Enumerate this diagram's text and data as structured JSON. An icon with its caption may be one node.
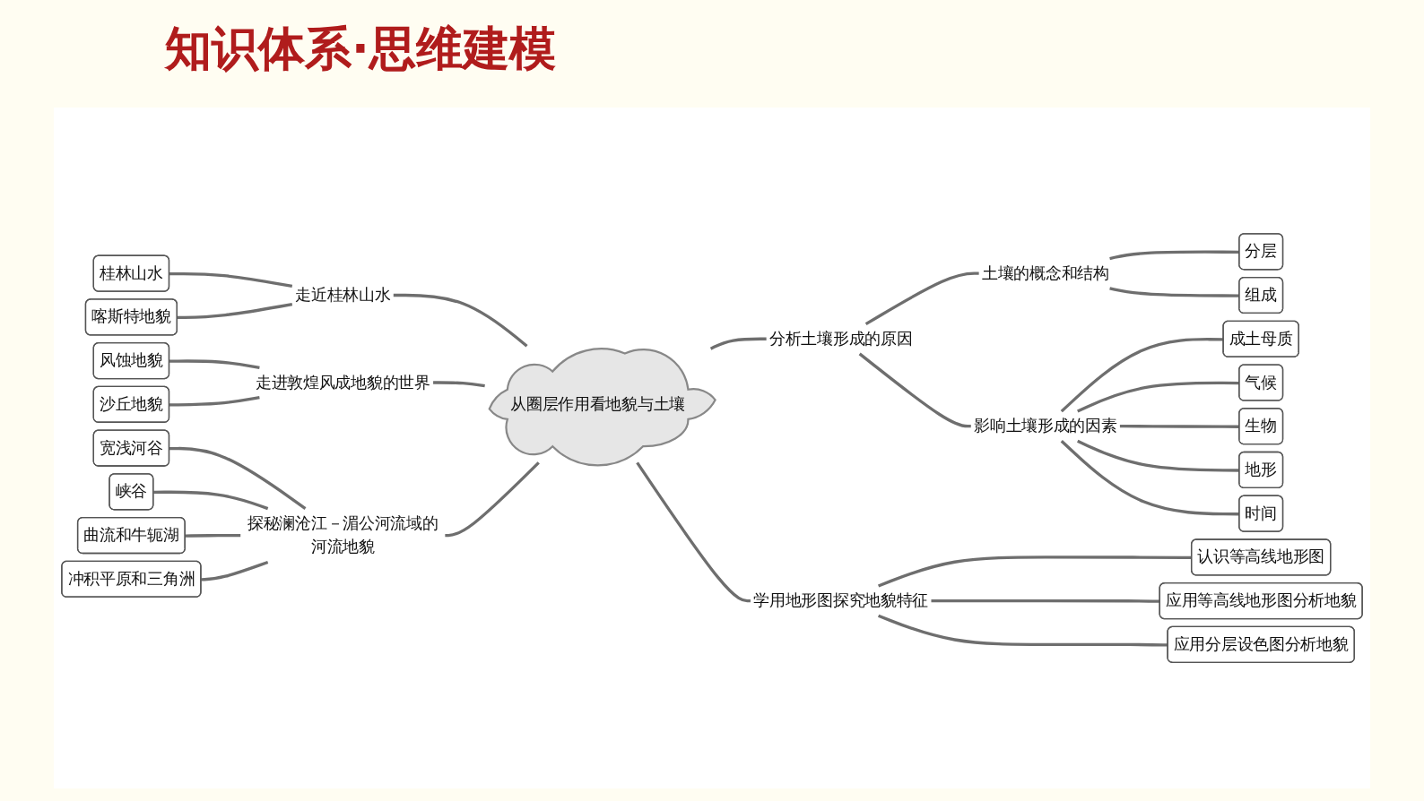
{
  "diagram": {
    "title": "知识体系·思维建模",
    "nodes": [
      {
        "text": [
          "从圈层作用看地貌与土壤"
        ]
      },
      {
        "text": [
          "走近桂林山水"
        ]
      },
      {
        "text": [
          "桂林山水"
        ]
      },
      {
        "text": [
          "喀斯特地貌"
        ]
      },
      {
        "text": [
          "走进敦煌风成地貌的世界"
        ]
      },
      {
        "text": [
          "风蚀地貌"
        ]
      },
      {
        "text": [
          "沙丘地貌"
        ]
      },
      {
        "text": [
          "探秘澜沧江－湄公河流域的河流地貌"
        ]
      },
      {
        "text": [
          "宽浅河谷"
        ]
      },
      {
        "text": [
          "峡谷"
        ]
      },
      {
        "text": [
          "曲流和牛轭湖"
        ]
      },
      {
        "text": [
          "冲积平原和三角洲"
        ]
      },
      {
        "text": [
          "分析土壤形成的原因"
        ]
      },
      {
        "text": [
          "土壤的概念和结构"
        ]
      },
      {
        "text": [
          "分层"
        ]
      },
      {
        "text": [
          "组成"
        ]
      },
      {
        "text": [
          "影响土壤形成的因素"
        ]
      },
      {
        "text": [
          "成土母质"
        ]
      },
      {
        "text": [
          "气候"
        ]
      },
      {
        "text": [
          "生物"
        ]
      },
      {
        "text": [
          "地形"
        ]
      },
      {
        "text": [
          "时间"
        ]
      },
      {
        "text": [
          "学用地形图探究地貌特征"
        ]
      },
      {
        "text": [
          "认识等高线地形图"
        ]
      },
      {
        "text": [
          "应用等高线地形图分析地貌"
        ]
      },
      {
        "text": [
          "应用分层设色图分析地貌"
        ]
      }
    ],
    "edges": [
      {
        "from": 0,
        "to": 1,
        "arrow": "none"
      },
      {
        "from": 1,
        "to": 2,
        "arrow": "none"
      },
      {
        "from": 1,
        "to": 3,
        "arrow": "none"
      },
      {
        "from": 0,
        "to": 4,
        "arrow": "none"
      },
      {
        "from": 4,
        "to": 5,
        "arrow": "none"
      },
      {
        "from": 4,
        "to": 6,
        "arrow": "none"
      },
      {
        "from": 0,
        "to": 7,
        "arrow": "none"
      },
      {
        "from": 7,
        "to": 8,
        "arrow": "none"
      },
      {
        "from": 7,
        "to": 9,
        "arrow": "none"
      },
      {
        "from": 7,
        "to": 10,
        "arrow": "none"
      },
      {
        "from": 7,
        "to": 11,
        "arrow": "none"
      },
      {
        "from": 0,
        "to": 12,
        "arrow": "none"
      },
      {
        "from": 12,
        "to": 13,
        "arrow": "none"
      },
      {
        "from": 13,
        "to": 14,
        "arrow": "none"
      },
      {
        "from": 13,
        "to": 15,
        "arrow": "none"
      },
      {
        "from": 12,
        "to": 16,
        "arrow": "none"
      },
      {
        "from": 16,
        "to": 17,
        "arrow": "none"
      },
      {
        "from": 16,
        "to": 18,
        "arrow": "none"
      },
      {
        "from": 16,
        "to": 19,
        "arrow": "none"
      },
      {
        "from": 16,
        "to": 20,
        "arrow": "none"
      },
      {
        "from": 16,
        "to": 21,
        "arrow": "none"
      },
      {
        "from": 0,
        "to": 22,
        "arrow": "none"
      },
      {
        "from": 22,
        "to": 23,
        "arrow": "none"
      },
      {
        "from": 22,
        "to": 24,
        "arrow": "none"
      },
      {
        "from": 22,
        "to": 25,
        "arrow": "none"
      }
    ]
  }
}
